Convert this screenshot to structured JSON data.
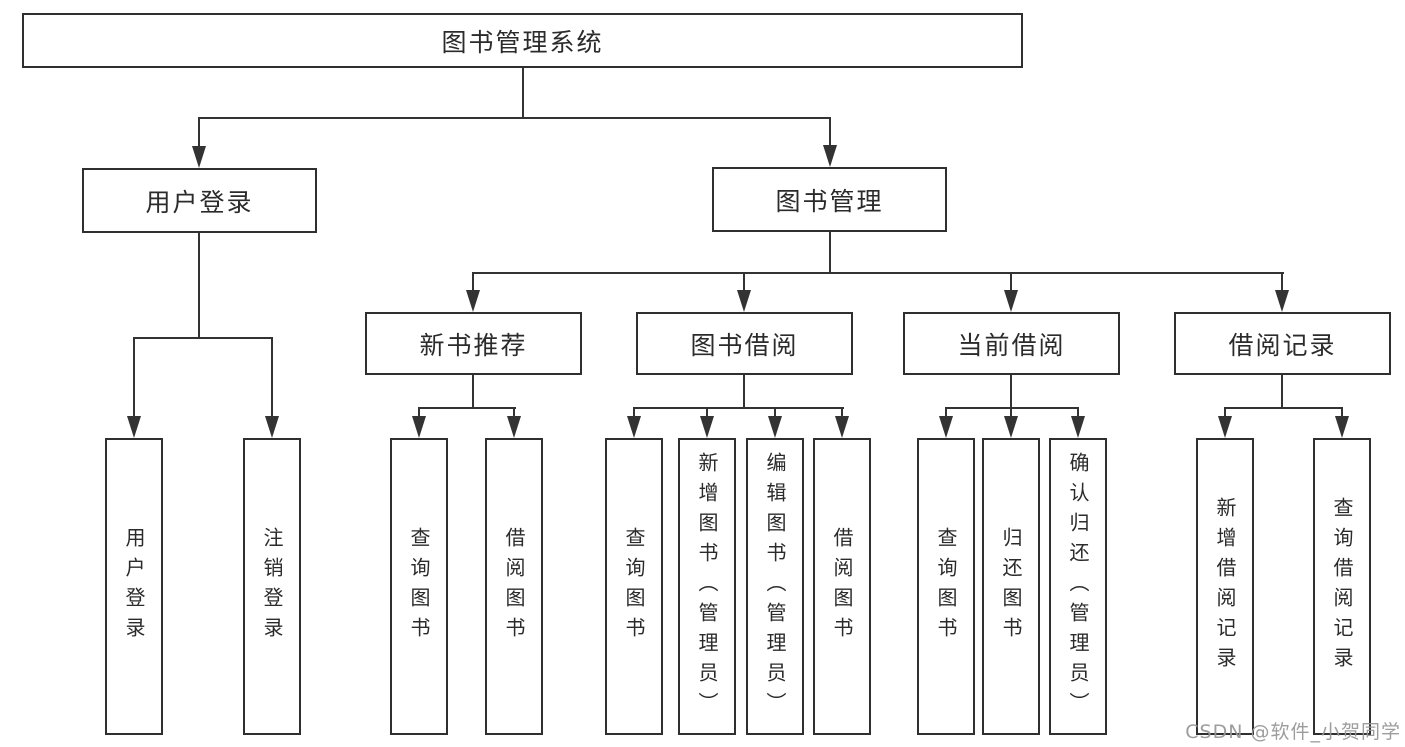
{
  "diagram_title": "图书管理系统",
  "colors": {
    "line": "#333333",
    "border": "#2f2f2f",
    "text": "#2b2b2b",
    "background": "#ffffff",
    "watermark": "#989898"
  },
  "nodes": {
    "root": {
      "label": "图书管理系统"
    },
    "userLogin": {
      "label": "用户登录"
    },
    "bookMgmt": {
      "label": "图书管理"
    },
    "newBookRec": {
      "label": "新书推荐"
    },
    "bookBorrow": {
      "label": "图书借阅"
    },
    "currentBorrow": {
      "label": "当前借阅"
    },
    "borrowRecord": {
      "label": "借阅记录"
    },
    "leafUserLogin": {
      "label": "用户登录"
    },
    "leafLogout": {
      "label": "注销登录"
    },
    "leafQueryBook1": {
      "label": "查询图书"
    },
    "leafBorrowBook1": {
      "label": "借阅图书"
    },
    "leafQueryBook2": {
      "label": "查询图书"
    },
    "leafAddBookAdmin": {
      "label": "新增图书（管理员）"
    },
    "leafEditBookAdmin": {
      "label": "编辑图书（管理员）"
    },
    "leafBorrowBook2": {
      "label": "借阅图书"
    },
    "leafQueryBook3": {
      "label": "查询图书"
    },
    "leafReturnBook": {
      "label": "归还图书"
    },
    "leafConfirmReturnAdmin": {
      "label": "确认归还（管理员）"
    },
    "leafAddBorrowRecord": {
      "label": "新增借阅记录"
    },
    "leafQueryBorrowRecord": {
      "label": "查询借阅记录"
    }
  },
  "hierarchy": {
    "图书管理系统": {
      "用户登录": [
        "用户登录",
        "注销登录"
      ],
      "图书管理": {
        "新书推荐": [
          "查询图书",
          "借阅图书"
        ],
        "图书借阅": [
          "查询图书",
          "新增图书（管理员）",
          "编辑图书（管理员）",
          "借阅图书"
        ],
        "当前借阅": [
          "查询图书",
          "归还图书",
          "确认归还（管理员）"
        ],
        "借阅记录": [
          "新增借阅记录",
          "查询借阅记录"
        ]
      }
    }
  },
  "watermark": {
    "text": "CSDN @软件_小贺同学"
  }
}
